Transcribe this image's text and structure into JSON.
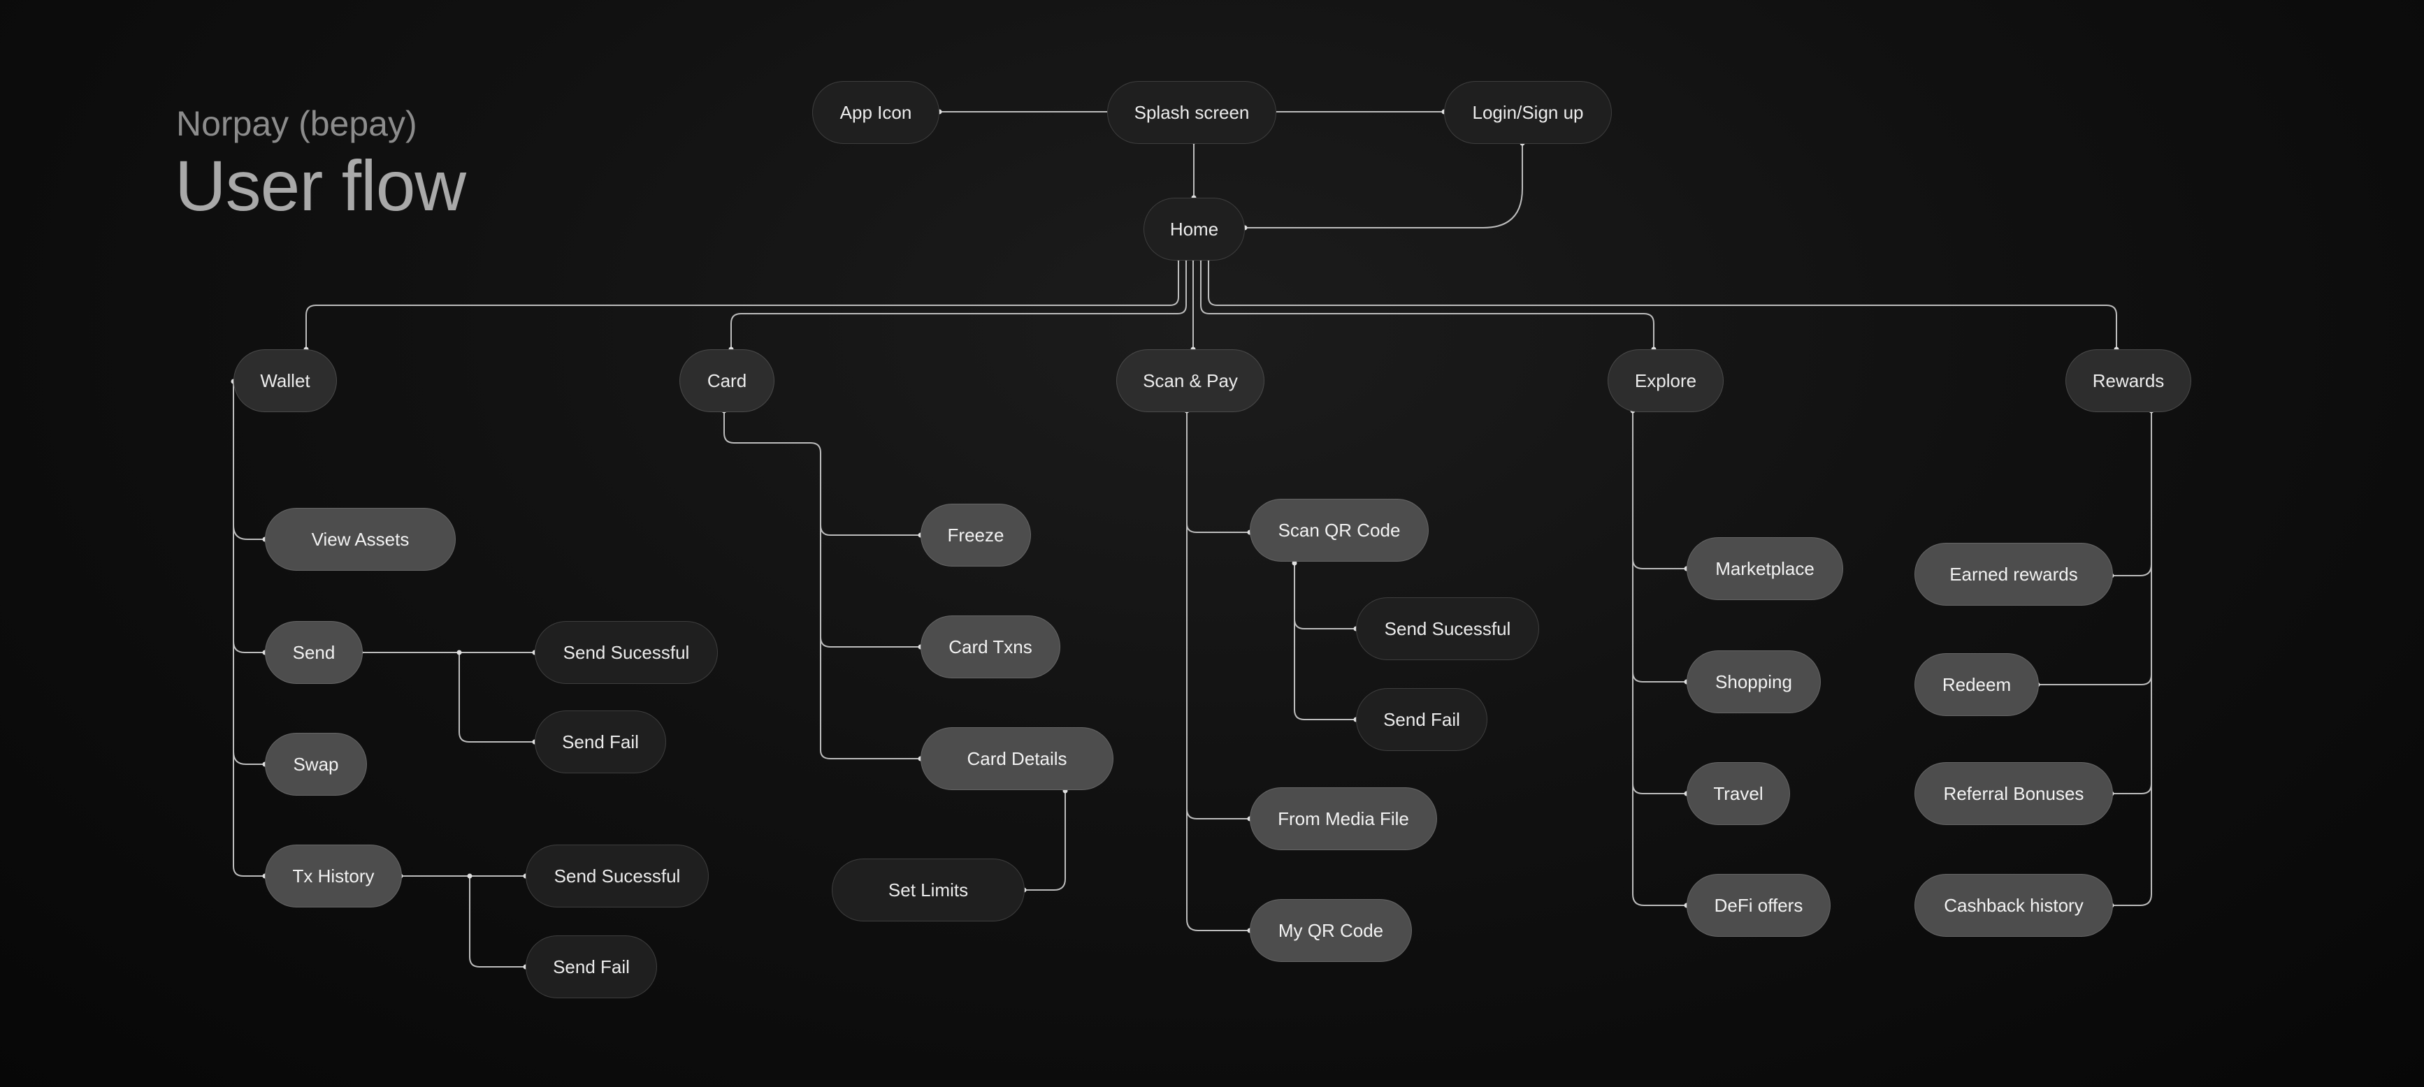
{
  "header": {
    "subtitle": "Norpay (bepay)",
    "title": "User flow"
  },
  "nodes": {
    "app_icon": "App Icon",
    "splash": "Splash screen",
    "login": "Login/Sign up",
    "home": "Home",
    "wallet": "Wallet",
    "card": "Card",
    "scan_pay": "Scan & Pay",
    "explore": "Explore",
    "rewards": "Rewards",
    "view_assets": "View Assets",
    "send": "Send",
    "send_success_1": "Send Sucessful",
    "send_fail_1": "Send Fail",
    "swap": "Swap",
    "tx_history": "Tx History",
    "send_success_2": "Send Sucessful",
    "send_fail_2": "Send Fail",
    "freeze": "Freeze",
    "card_txns": "Card Txns",
    "card_details": "Card Details",
    "set_limits": "Set Limits",
    "scan_qr": "Scan QR Code",
    "send_success_3": "Send Sucessful",
    "send_fail_3": "Send Fail",
    "from_media": "From Media File",
    "my_qr": "My QR Code",
    "marketplace": "Marketplace",
    "shopping": "Shopping",
    "travel": "Travel",
    "defi": "DeFi offers",
    "earned_rewards": "Earned rewards",
    "redeem": "Redeem",
    "referral": "Referral Bonuses",
    "cashback": "Cashback history"
  },
  "colors": {
    "background": "#111111",
    "connector": "#bdbdbd",
    "node_dark": "#1f1f1f",
    "node_mid": "#2d2d2d",
    "node_light": "#4d4d4d"
  }
}
